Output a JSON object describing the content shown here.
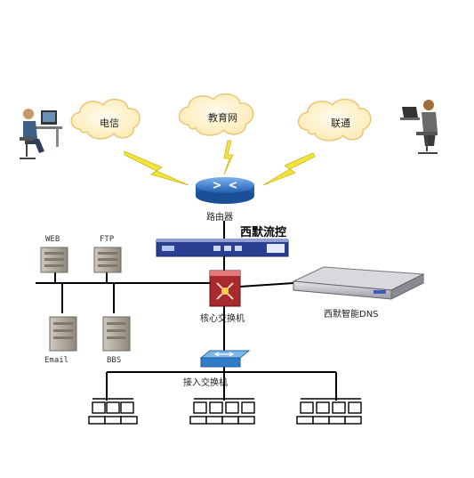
{
  "clouds": [
    {
      "id": "telecom",
      "label": "电信"
    },
    {
      "id": "edu",
      "label": "教育网"
    },
    {
      "id": "unicom",
      "label": "联通"
    }
  ],
  "devices": {
    "router": "路由器",
    "flow_control": "西默流控",
    "core_switch": "核心交换机",
    "dns": "西默智能DNS",
    "access_switch": "接入交换机"
  },
  "servers": {
    "web": "WEB",
    "ftp": "FTP",
    "email": "Email",
    "bbs": "BBS"
  },
  "colors": {
    "cloud_fill": "#fff3c8",
    "cloud_stroke": "#e8c77a",
    "lightning": "#f3e33a",
    "router": "#3f7fd0",
    "appliance": "#2a3f8f",
    "server": "#b9b2a6",
    "line": "#000000"
  }
}
